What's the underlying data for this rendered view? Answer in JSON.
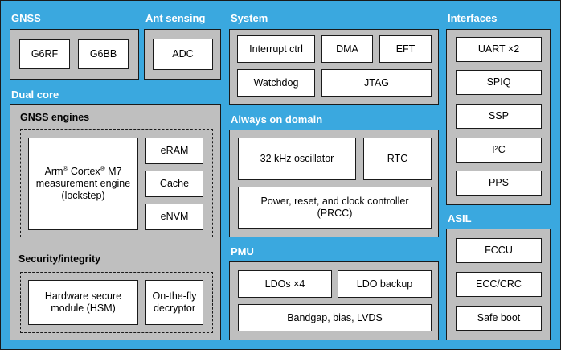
{
  "colors": {
    "background": "#3aa8df",
    "panel": "#bfbfbf",
    "block": "#ffffff",
    "heading_text": "#ffffff",
    "border": "#1a1a1a"
  },
  "gnss": {
    "heading": "GNSS",
    "blocks": [
      "G6RF",
      "G6BB"
    ]
  },
  "ant_sensing": {
    "heading": "Ant sensing",
    "blocks": [
      "ADC"
    ]
  },
  "system": {
    "heading": "System",
    "blocks": [
      "Interrupt ctrl",
      "DMA",
      "EFT",
      "Watchdog",
      "JTAG"
    ]
  },
  "interfaces": {
    "heading": "Interfaces",
    "blocks": [
      "UART ×2",
      "SPIQ",
      "SSP",
      "I²C",
      "PPS"
    ]
  },
  "dual_core": {
    "heading": "Dual core",
    "gnss_engines": {
      "title": "GNSS engines",
      "core": {
        "name_prefix": "Arm",
        "reg1": "®",
        "name_mid": " Cortex",
        "reg2": "®",
        "name_suffix": " M7",
        "line2": "measurement engine",
        "line3": "(lockstep)"
      },
      "memories": [
        "eRAM",
        "Cache",
        "eNVM"
      ]
    },
    "security": {
      "title": "Security/integrity",
      "hsm": [
        "Hardware secure",
        "module (HSM)"
      ],
      "decryptor": [
        "On-the-fly",
        "decryptor"
      ]
    }
  },
  "always_on": {
    "heading": "Always on domain",
    "blocks": [
      "32 kHz oscillator",
      "RTC"
    ],
    "prcc": [
      "Power, reset, and clock controller",
      "(PRCC)"
    ]
  },
  "pmu": {
    "heading": "PMU",
    "blocks": [
      "LDOs ×4",
      "LDO backup",
      "Bandgap, bias, LVDS"
    ]
  },
  "asil": {
    "heading": "ASIL",
    "blocks": [
      "FCCU",
      "ECC/CRC",
      "Safe boot"
    ]
  }
}
